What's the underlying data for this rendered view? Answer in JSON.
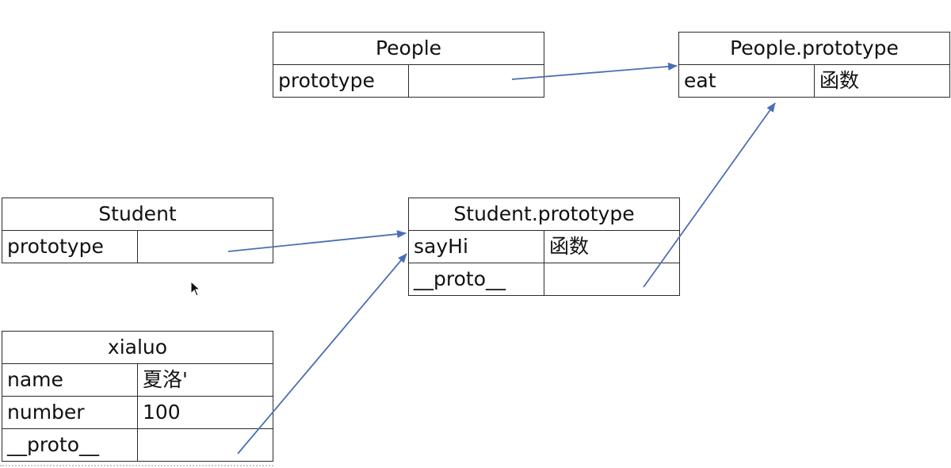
{
  "colors": {
    "arrow": "#4a6fb5",
    "border": "#2b2b2b",
    "text": "#111111"
  },
  "people": {
    "title": "People",
    "rows": [
      {
        "key": "prototype",
        "value": ""
      }
    ]
  },
  "people_prototype": {
    "title": "People.prototype",
    "rows": [
      {
        "key": "eat",
        "value": "函数"
      }
    ]
  },
  "student": {
    "title": "Student",
    "rows": [
      {
        "key": "prototype",
        "value": ""
      }
    ]
  },
  "student_prototype": {
    "title": "Student.prototype",
    "rows": [
      {
        "key": "sayHi",
        "value": "函数"
      },
      {
        "key": "__proto__",
        "value": ""
      }
    ]
  },
  "xialuo": {
    "title": "xialuo",
    "rows": [
      {
        "key": "name",
        "value": "夏洛'"
      },
      {
        "key": "number",
        "value": "100"
      },
      {
        "key": "__proto__",
        "value": ""
      }
    ]
  },
  "arrows": [
    {
      "from": "people.prototype",
      "to": "people_prototype"
    },
    {
      "from": "student.prototype",
      "to": "student_prototype"
    },
    {
      "from": "xialuo.__proto__",
      "to": "student_prototype"
    },
    {
      "from": "student_prototype.__proto__",
      "to": "people_prototype"
    }
  ]
}
